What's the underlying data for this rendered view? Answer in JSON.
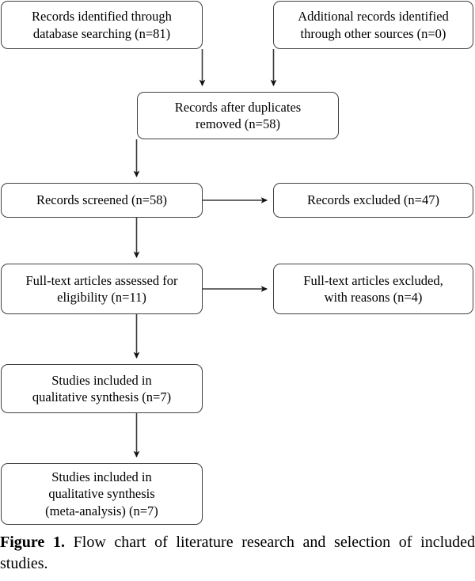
{
  "figure": {
    "caption_label": "Figure 1.",
    "caption_text": " Flow chart of literature research and selection of included studies."
  },
  "chart_data": {
    "type": "diagram",
    "diagram_kind": "prisma-flow-chart",
    "title": "Flow chart of literature research and selection of included studies",
    "nodes": [
      {
        "id": "identified",
        "label": "Records identified through database searching (n=81)",
        "line1": "Records identified through",
        "line2": "database searching (n=81)",
        "line3": "",
        "n": 81,
        "column": "left",
        "row": 1
      },
      {
        "id": "additional",
        "label": "Additional records identified through other sources (n=0)",
        "line1": "Additional records identified",
        "line2": "through other sources (n=0)",
        "line3": "",
        "n": 0,
        "column": "right",
        "row": 1
      },
      {
        "id": "duplicates",
        "label": "Records after duplicates removed (n=58)",
        "line1": "Records after duplicates",
        "line2": "removed (n=58)",
        "line3": "",
        "n": 58,
        "column": "center",
        "row": 2
      },
      {
        "id": "screened",
        "label": "Records screened (n=58)",
        "line1": "Records screened (n=58)",
        "line2": "",
        "line3": "",
        "n": 58,
        "column": "left",
        "row": 3
      },
      {
        "id": "excluded",
        "label": "Records excluded (n=47)",
        "line1": "Records excluded (n=47)",
        "line2": "",
        "line3": "",
        "n": 47,
        "column": "right",
        "row": 3
      },
      {
        "id": "fulltext",
        "label": "Full-text articles assessed for eligibility (n=11)",
        "line1": "Full-text articles assessed for",
        "line2": "eligibility (n=11)",
        "line3": "",
        "n": 11,
        "column": "left",
        "row": 4
      },
      {
        "id": "fulltext_excl",
        "label": "Full-text articles excluded, with reasons (n=4)",
        "line1": "Full-text articles excluded,",
        "line2": "with reasons (n=4)",
        "line3": "",
        "n": 4,
        "column": "right",
        "row": 4
      },
      {
        "id": "qualitative",
        "label": "Studies included in qualitative synthesis (n=7)",
        "line1": "Studies included in",
        "line2": "qualitative synthesis (n=7)",
        "line3": "",
        "n": 7,
        "column": "left",
        "row": 5
      },
      {
        "id": "meta",
        "label": "Studies included in qualitative synthesis (meta-analysis) (n=7)",
        "line1": "Studies included in",
        "line2": "qualitative synthesis",
        "line3": "(meta-analysis) (n=7)",
        "n": 7,
        "column": "left",
        "row": 6
      }
    ],
    "edges": [
      {
        "from": "identified",
        "to": "duplicates",
        "direction": "down"
      },
      {
        "from": "additional",
        "to": "duplicates",
        "direction": "down"
      },
      {
        "from": "duplicates",
        "to": "screened",
        "direction": "down"
      },
      {
        "from": "screened",
        "to": "excluded",
        "direction": "right"
      },
      {
        "from": "screened",
        "to": "fulltext",
        "direction": "down"
      },
      {
        "from": "fulltext",
        "to": "fulltext_excl",
        "direction": "right"
      },
      {
        "from": "fulltext",
        "to": "qualitative",
        "direction": "down"
      },
      {
        "from": "qualitative",
        "to": "meta",
        "direction": "down"
      }
    ],
    "colors": {
      "box_border": "#404040",
      "box_fill": "#ffffff",
      "connector": "#3a3a3a",
      "text": "#000000",
      "background": "#ffffff"
    }
  }
}
